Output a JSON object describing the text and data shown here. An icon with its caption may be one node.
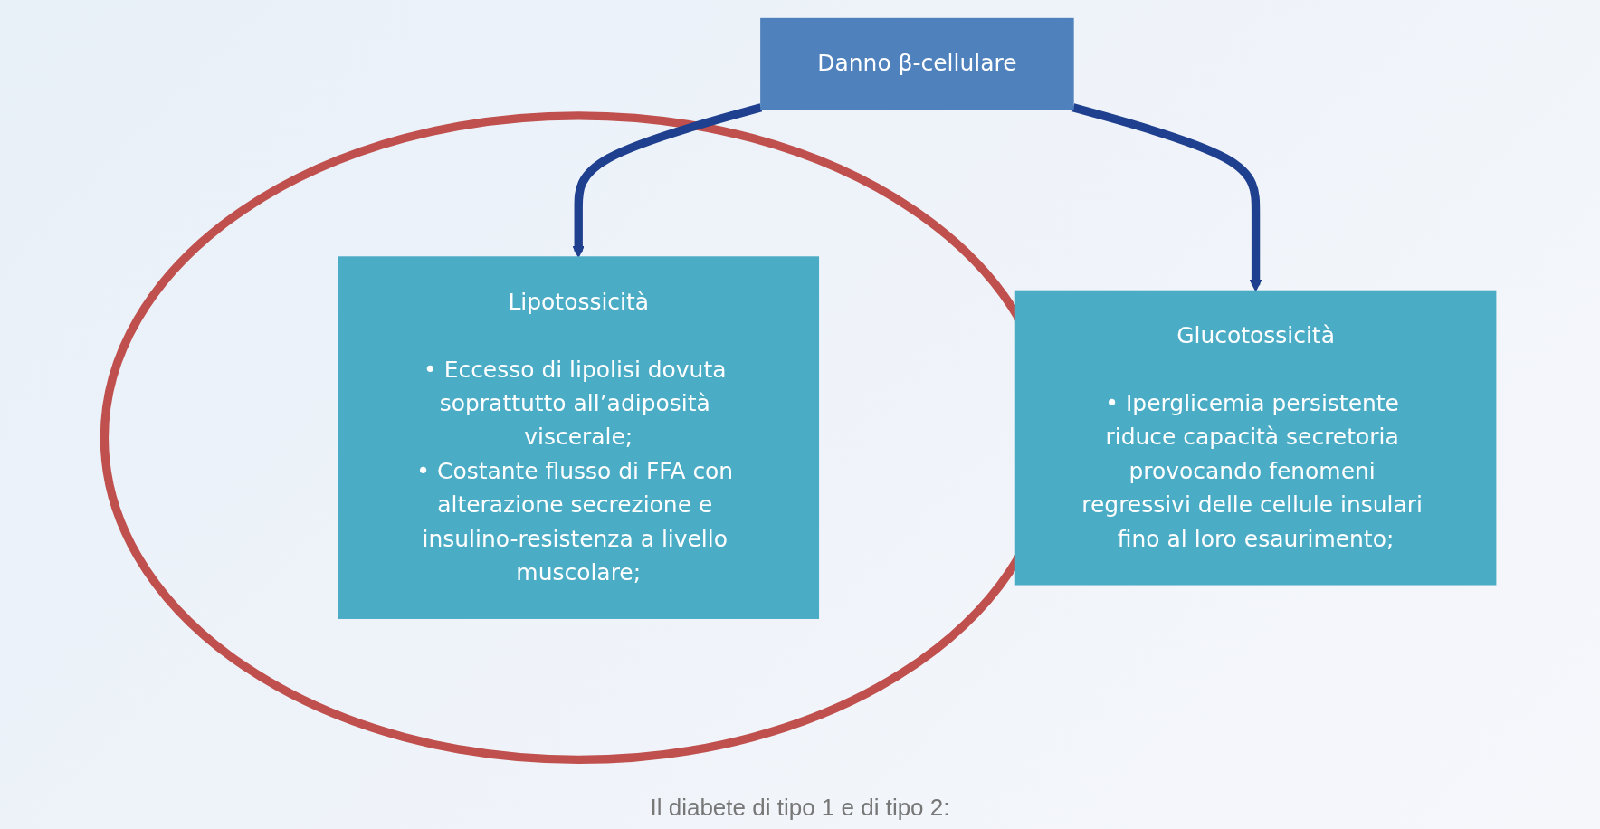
{
  "diagram": {
    "nodes": [
      {
        "text": [
          "Danno β-cellulare"
        ]
      },
      {
        "text": [
          "Glucotossicità",
          "• Iperglicemia persistente riduce capacità secretoria provocando fenomeni regressivi delle cellule insulari fino al loro esaurimento;"
        ]
      },
      {
        "text": [],
        "shape": "circle"
      },
      {
        "text": [
          "Lipotossicità",
          "• Eccesso di lipolisi dovuta soprattutto all’adiposità viscerale;",
          "• Costante flusso di FFA con alterazione secrezione e insulino-resistenza a livello muscolare;"
        ],
        "in": 2
      }
    ],
    "edges": [
      {
        "from": 0,
        "to": 1,
        "arrow": "to"
      },
      {
        "from": 0,
        "to": 3,
        "arrow": "to"
      }
    ],
    "labels": [
      "Il diabete di tipo 1 e di tipo 2:"
    ]
  }
}
